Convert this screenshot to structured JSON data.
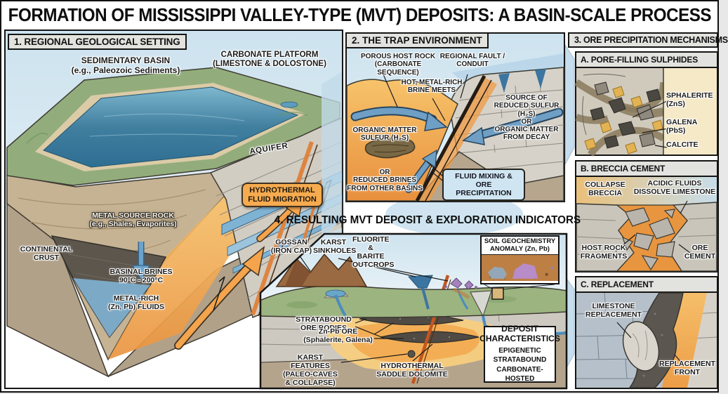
{
  "title": "FORMATION OF MISSISSIPPI VALLEY-TYPE (MVT) DEPOSITS: A BASIN-SCALE PROCESS",
  "panel1": {
    "header": "1. REGIONAL GEOLOGICAL SETTING",
    "sedimentary_basin": "SEDIMENTARY BASIN\n(e.g., Paleozoic Sediments)",
    "carbonate_platform": "CARBONATE PLATFORM\n(LIMESTONE & DOLOSTONE)",
    "aquifer": "AQUIFER",
    "hydrothermal_migration": "HYDROTHERMAL\nFLUID MIGRATION",
    "metal_source_rock": "METAL SOURCE ROCK\n(e.g., Shales, Evaporites)",
    "continental_crust": "CONTINENTAL\nCRUST",
    "basinal_brines": "BASINAL BRINES\n90°C - 200°C",
    "metal_rich_fluids": "METAL-RICH\n(Zn, Pb) FLUIDS"
  },
  "panel2": {
    "header": "2. THE TRAP ENVIRONMENT",
    "porous_host_rock": "POROUS HOST ROCK\n(CARBONATE SEQUENCE)",
    "regional_fault": "REGIONAL FAULT /\nCONDUIT",
    "hot_brine": "HOT, METAL-RICH\nBRINE MEETS",
    "sulfur_source": "SOURCE OF\nREDUCED SULFUR\n(H₂S)\nOR\nORGANIC MATTER\nFROM DECAY",
    "organic_matter": "ORGANIC MATTER\nSULFUR (H₂S)",
    "reduced_brines": "OR\nREDUCED BRINES\nFROM OTHER BASINS",
    "fluid_mixing": "FLUID MIXING &\nORE PRECIPITATION"
  },
  "panel3": {
    "header": "3. ORE PRECIPITATION MECHANISMS",
    "a": {
      "header": "A. PORE-FILLING SULPHIDES",
      "sphalerite": "SPHALERITE\n(ZnS)",
      "galena": "GALENA\n(PbS)",
      "calcite": "CALCITE"
    },
    "b": {
      "header": "B. BRECCIA CEMENT",
      "collapse_breccia": "COLLAPSE\nBRECCIA",
      "acidic_fluids": "ACIDIC FLUIDS\nDISSOLVE LIMESTONE",
      "host_rock_fragments": "HOST ROCK\nFRAGMENTS",
      "ore_cement": "ORE\nCEMENT"
    },
    "c": {
      "header": "C. REPLACEMENT",
      "limestone_replacement": "LIMESTONE\nREPLACEMENT",
      "replacement_front": "REPLACEMENT\nFRONT"
    }
  },
  "panel4": {
    "header": "4. RESULTING MVT DEPOSIT & EXPLORATION INDICATORS",
    "gossan": "GOSSAN\n(IRON CAP)",
    "karst_sinkholes": "KARST\nSINKHOLES",
    "fluorite_barite": "FLUORITE &\nBARITE\nOUTCROPS",
    "soil_geochemistry": "SOIL GEOCHEMISTRY\nANOMALY (Zn, Pb)",
    "stratabound_ore": "STRATABOUND\nORE BODIES",
    "znpb_ore": "Zn-Pb ORE\n(Sphalerite, Galena)",
    "karst_features": "KARST FEATURES\n(PALEO-CAVES\n& COLLAPSE)",
    "saddle_dolomite": "HYDROTHERMAL\nSADDLE DOLOMITE",
    "deposit_characteristics": {
      "title": "DEPOSIT\nCHARACTERISTICS",
      "items": "EPIGENETIC\nSTRATABOUND\nCARBONATE-HOSTED"
    }
  },
  "colors": {
    "accent_orange": "#F5A94C",
    "fluid_box_blue": "#CFE6F2",
    "sky_blue": "#CDE3EF",
    "water_blue": "#2E6E92",
    "aquifer_blue": "#7FB3D4",
    "ore_dark": "#4F4B44",
    "fault_orange": "#C2561F",
    "limestone_gray": "#CDC9C0",
    "header_gray": "#E2E2DE",
    "crust_tan": "#B2A189"
  }
}
